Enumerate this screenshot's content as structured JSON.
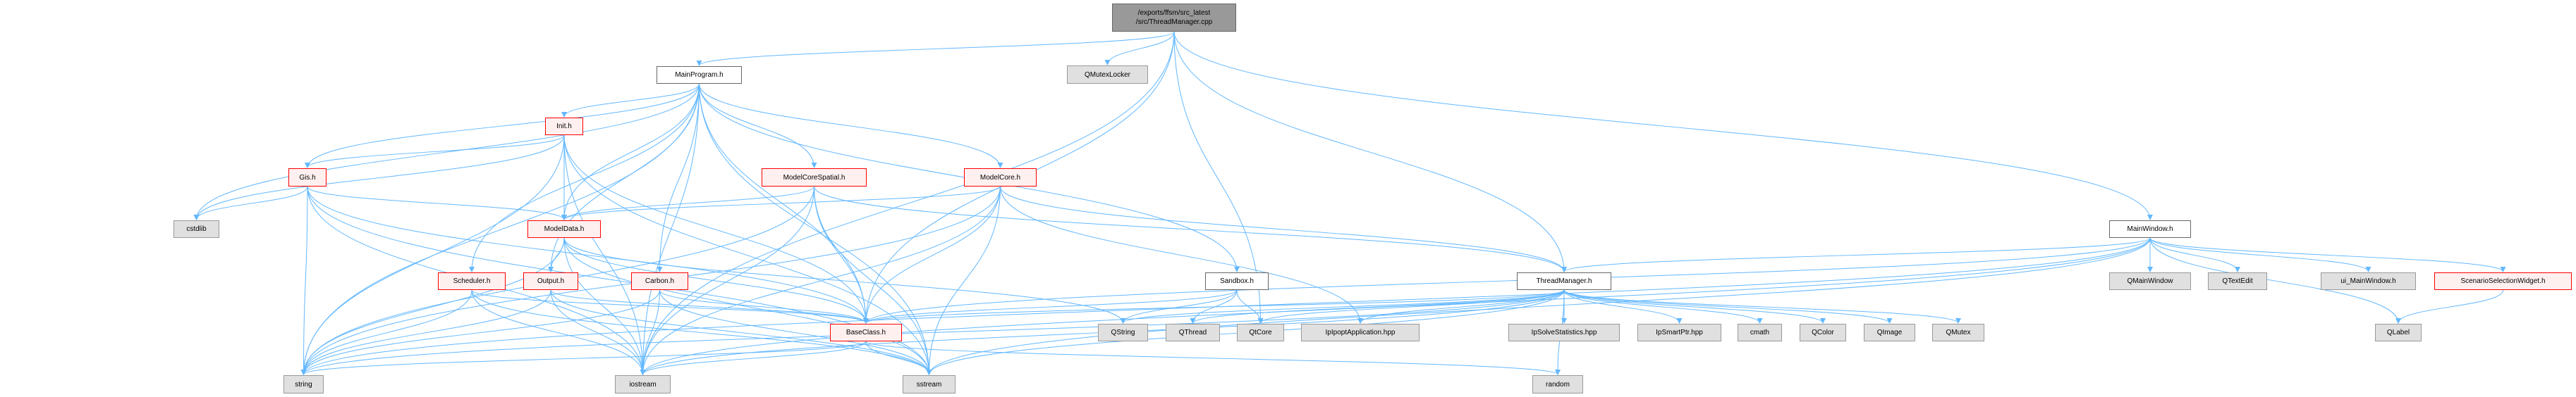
{
  "colors": {
    "edge": "#63B8FF",
    "root_fill": "#999999",
    "red_border": "#FF0000",
    "red_fill": "#FFF0F0",
    "external_fill": "#E0E0E0"
  },
  "nodes": {
    "cpp": {
      "label": [
        "/exports/ffsm/src_latest",
        "/src/ThreadManager.cpp"
      ],
      "kind": "root"
    },
    "MainProgram": {
      "label": [
        "MainProgram.h"
      ],
      "kind": "plain"
    },
    "QMutexLocker": {
      "label": [
        "QMutexLocker"
      ],
      "kind": "ext"
    },
    "Init": {
      "label": [
        "Init.h"
      ],
      "kind": "red"
    },
    "Gis": {
      "label": [
        "Gis.h"
      ],
      "kind": "red"
    },
    "ModelCoreSpatial": {
      "label": [
        "ModelCoreSpatial.h"
      ],
      "kind": "red"
    },
    "ModelCore": {
      "label": [
        "ModelCore.h"
      ],
      "kind": "red"
    },
    "cstdlib": {
      "label": [
        "cstdlib"
      ],
      "kind": "ext"
    },
    "ModelData": {
      "label": [
        "ModelData.h"
      ],
      "kind": "red"
    },
    "MainWindow": {
      "label": [
        "MainWindow.h"
      ],
      "kind": "plain"
    },
    "Scheduler": {
      "label": [
        "Scheduler.h"
      ],
      "kind": "red"
    },
    "Output": {
      "label": [
        "Output.h"
      ],
      "kind": "red"
    },
    "Carbon": {
      "label": [
        "Carbon.h"
      ],
      "kind": "red"
    },
    "Sandbox": {
      "label": [
        "Sandbox.h"
      ],
      "kind": "plain"
    },
    "ThreadManagerH": {
      "label": [
        "ThreadManager.h"
      ],
      "kind": "plain"
    },
    "QMainWindow": {
      "label": [
        "QMainWindow"
      ],
      "kind": "ext"
    },
    "QTextEdit": {
      "label": [
        "QTextEdit"
      ],
      "kind": "ext"
    },
    "ui_MainWindow": {
      "label": [
        "ui_MainWindow.h"
      ],
      "kind": "ext"
    },
    "ScenarioSelectionWidget": {
      "label": [
        "ScenarioSelectionWidget.h"
      ],
      "kind": "red"
    },
    "BaseClass": {
      "label": [
        "BaseClass.h"
      ],
      "kind": "red"
    },
    "QString": {
      "label": [
        "QString"
      ],
      "kind": "ext"
    },
    "QThread": {
      "label": [
        "QThread"
      ],
      "kind": "ext"
    },
    "QtCore": {
      "label": [
        "QtCore"
      ],
      "kind": "ext"
    },
    "IpIpoptApplication": {
      "label": [
        "IpIpoptApplication.hpp"
      ],
      "kind": "ext"
    },
    "IpSolveStatistics": {
      "label": [
        "IpSolveStatistics.hpp"
      ],
      "kind": "ext"
    },
    "IpSmartPtr": {
      "label": [
        "IpSmartPtr.hpp"
      ],
      "kind": "ext"
    },
    "cmath": {
      "label": [
        "cmath"
      ],
      "kind": "ext"
    },
    "QColor": {
      "label": [
        "QColor"
      ],
      "kind": "ext"
    },
    "QImage": {
      "label": [
        "QImage"
      ],
      "kind": "ext"
    },
    "QMutex": {
      "label": [
        "QMutex"
      ],
      "kind": "ext"
    },
    "QLabel": {
      "label": [
        "QLabel"
      ],
      "kind": "ext"
    },
    "string": {
      "label": [
        "string"
      ],
      "kind": "ext"
    },
    "iostream": {
      "label": [
        "iostream"
      ],
      "kind": "ext"
    },
    "sstream": {
      "label": [
        "sstream"
      ],
      "kind": "ext"
    },
    "random": {
      "label": [
        "random"
      ],
      "kind": "ext"
    }
  },
  "edges": [
    [
      "cpp",
      "MainProgram"
    ],
    [
      "cpp",
      "QMutexLocker"
    ],
    [
      "cpp",
      "BaseClass"
    ],
    [
      "cpp",
      "QtCore"
    ],
    [
      "cpp",
      "ThreadManagerH"
    ],
    [
      "cpp",
      "MainWindow"
    ],
    [
      "cpp",
      "iostream"
    ],
    [
      "MainProgram",
      "Init"
    ],
    [
      "MainProgram",
      "Gis"
    ],
    [
      "MainProgram",
      "ModelData"
    ],
    [
      "MainProgram",
      "ModelCoreSpatial"
    ],
    [
      "MainProgram",
      "ModelCore"
    ],
    [
      "MainProgram",
      "Carbon"
    ],
    [
      "MainProgram",
      "Sandbox"
    ],
    [
      "MainProgram",
      "Scheduler"
    ],
    [
      "MainProgram",
      "Output"
    ],
    [
      "MainProgram",
      "BaseClass"
    ],
    [
      "MainProgram",
      "cstdlib"
    ],
    [
      "MainProgram",
      "string"
    ],
    [
      "MainProgram",
      "iostream"
    ],
    [
      "MainProgram",
      "sstream"
    ],
    [
      "Init",
      "Gis"
    ],
    [
      "Init",
      "ModelData"
    ],
    [
      "Init",
      "BaseClass"
    ],
    [
      "Init",
      "iostream"
    ],
    [
      "Init",
      "string"
    ],
    [
      "Init",
      "sstream"
    ],
    [
      "Init",
      "cstdlib"
    ],
    [
      "Gis",
      "cstdlib"
    ],
    [
      "Gis",
      "ModelData"
    ],
    [
      "Gis",
      "BaseClass"
    ],
    [
      "Gis",
      "string"
    ],
    [
      "Gis",
      "iostream"
    ],
    [
      "Gis",
      "sstream"
    ],
    [
      "ModelCoreSpatial",
      "ModelData"
    ],
    [
      "ModelCoreSpatial",
      "BaseClass"
    ],
    [
      "ModelCoreSpatial",
      "ThreadManagerH"
    ],
    [
      "ModelCoreSpatial",
      "string"
    ],
    [
      "ModelCoreSpatial",
      "iostream"
    ],
    [
      "ModelCoreSpatial",
      "sstream"
    ],
    [
      "ModelCore",
      "ModelData"
    ],
    [
      "ModelCore",
      "BaseClass"
    ],
    [
      "ModelCore",
      "ThreadManagerH"
    ],
    [
      "ModelCore",
      "IpIpoptApplication"
    ],
    [
      "ModelCore",
      "string"
    ],
    [
      "ModelCore",
      "iostream"
    ],
    [
      "ModelCore",
      "sstream"
    ],
    [
      "ModelData",
      "Output"
    ],
    [
      "ModelData",
      "BaseClass"
    ],
    [
      "ModelData",
      "string"
    ],
    [
      "ModelData",
      "iostream"
    ],
    [
      "ModelData",
      "sstream"
    ],
    [
      "ModelData",
      "QString"
    ],
    [
      "Scheduler",
      "BaseClass"
    ],
    [
      "Scheduler",
      "string"
    ],
    [
      "Scheduler",
      "iostream"
    ],
    [
      "Scheduler",
      "sstream"
    ],
    [
      "Output",
      "BaseClass"
    ],
    [
      "Output",
      "string"
    ],
    [
      "Output",
      "iostream"
    ],
    [
      "Output",
      "sstream"
    ],
    [
      "Carbon",
      "BaseClass"
    ],
    [
      "Carbon",
      "string"
    ],
    [
      "Carbon",
      "iostream"
    ],
    [
      "Carbon",
      "sstream"
    ],
    [
      "BaseClass",
      "string"
    ],
    [
      "BaseClass",
      "iostream"
    ],
    [
      "BaseClass",
      "sstream"
    ],
    [
      "BaseClass",
      "random"
    ],
    [
      "Sandbox",
      "BaseClass"
    ],
    [
      "Sandbox",
      "QString"
    ],
    [
      "Sandbox",
      "QThread"
    ],
    [
      "Sandbox",
      "QtCore"
    ],
    [
      "ThreadManagerH",
      "BaseClass"
    ],
    [
      "ThreadManagerH",
      "QString"
    ],
    [
      "ThreadManagerH",
      "QThread"
    ],
    [
      "ThreadManagerH",
      "QtCore"
    ],
    [
      "ThreadManagerH",
      "IpIpoptApplication"
    ],
    [
      "ThreadManagerH",
      "IpSolveStatistics"
    ],
    [
      "ThreadManagerH",
      "IpSmartPtr"
    ],
    [
      "ThreadManagerH",
      "cmath"
    ],
    [
      "ThreadManagerH",
      "QColor"
    ],
    [
      "ThreadManagerH",
      "QImage"
    ],
    [
      "ThreadManagerH",
      "QMutex"
    ],
    [
      "ThreadManagerH",
      "string"
    ],
    [
      "ThreadManagerH",
      "iostream"
    ],
    [
      "ThreadManagerH",
      "sstream"
    ],
    [
      "ThreadManagerH",
      "random"
    ],
    [
      "MainWindow",
      "QMainWindow"
    ],
    [
      "MainWindow",
      "QTextEdit"
    ],
    [
      "MainWindow",
      "ui_MainWindow"
    ],
    [
      "MainWindow",
      "ScenarioSelectionWidget"
    ],
    [
      "MainWindow",
      "QLabel"
    ],
    [
      "MainWindow",
      "ThreadManagerH"
    ],
    [
      "MainWindow",
      "BaseClass"
    ],
    [
      "MainWindow",
      "string"
    ],
    [
      "MainWindow",
      "iostream"
    ],
    [
      "MainWindow",
      "sstream"
    ],
    [
      "ScenarioSelectionWidget",
      "QLabel"
    ]
  ]
}
